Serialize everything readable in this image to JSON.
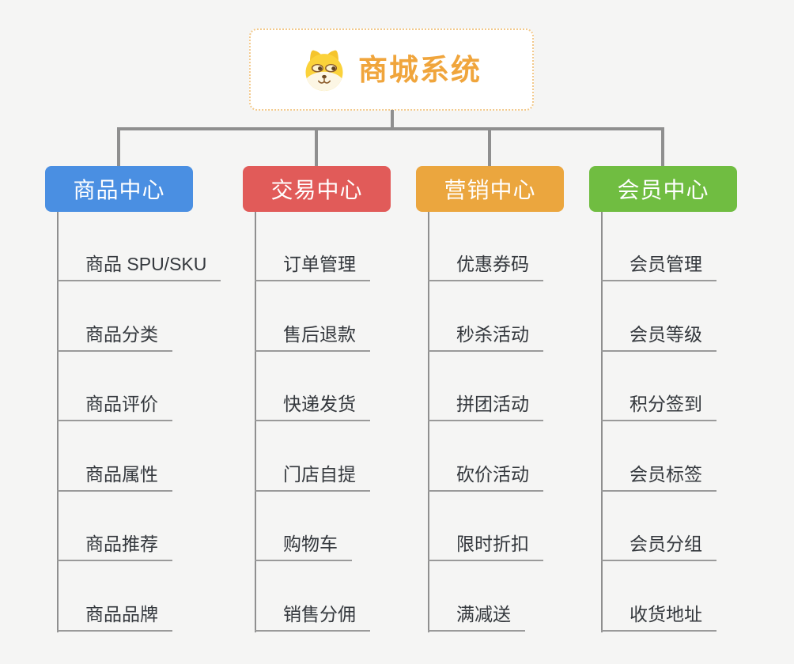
{
  "root": {
    "title": "商城系统",
    "icon": "doge-icon"
  },
  "branches": [
    {
      "id": "product",
      "label": "商品中心",
      "color": "#4a8fe2",
      "items": [
        "商品 SPU/SKU",
        "商品分类",
        "商品评价",
        "商品属性",
        "商品推荐",
        "商品品牌"
      ]
    },
    {
      "id": "trade",
      "label": "交易中心",
      "color": "#e15b59",
      "items": [
        "订单管理",
        "售后退款",
        "快递发货",
        "门店自提",
        "购物车",
        "销售分佣"
      ]
    },
    {
      "id": "marketing",
      "label": "营销中心",
      "color": "#eba63e",
      "items": [
        "优惠券码",
        "秒杀活动",
        "拼团活动",
        "砍价活动",
        "限时折扣",
        "满减送"
      ]
    },
    {
      "id": "member",
      "label": "会员中心",
      "color": "#70bd41",
      "items": [
        "会员管理",
        "会员等级",
        "积分签到",
        "会员标签",
        "会员分组",
        "收货地址"
      ]
    }
  ],
  "theme": {
    "background": "#f5f5f4",
    "connector": "#8f8f8f",
    "underline": "#9a9a9a",
    "root_text": "#f0a53c",
    "root_border": "#f2c98c",
    "item_text": "#34383d"
  }
}
